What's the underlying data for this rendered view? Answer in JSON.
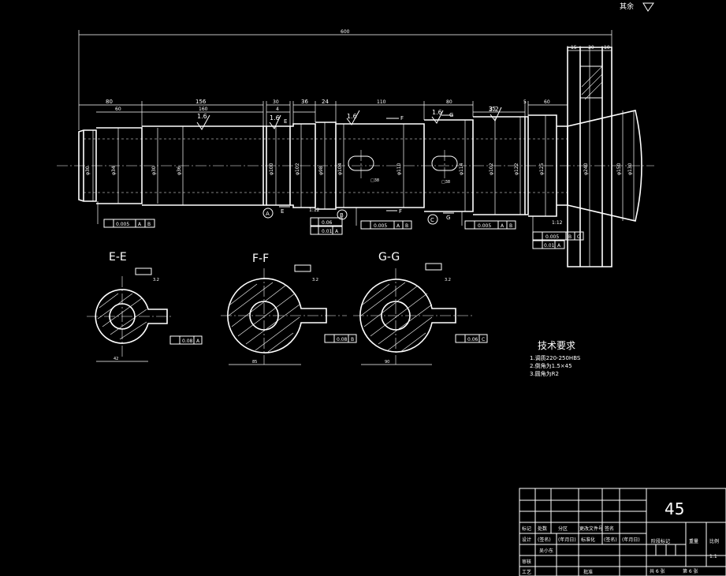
{
  "top_right_note": "其余",
  "dims": {
    "overall": "600",
    "seg": [
      "80",
      "60",
      "156",
      "160",
      "30",
      "4",
      "36",
      "24",
      "110",
      "80",
      "35",
      "5",
      "60",
      "15",
      "30",
      "10"
    ]
  },
  "roughness": {
    "r1": "1.6",
    "r2": "1.6",
    "r3": "1.6",
    "r4": "3.2",
    "r5": "1.6"
  },
  "diameters": [
    "φ30",
    "φ34",
    "φ30",
    "φ36",
    "φ100",
    "φ102",
    "φ98",
    "φ104",
    "φ110",
    "φ114",
    "φ102",
    "φ122",
    "φ125",
    "φ240",
    "φ150",
    "φ130"
  ],
  "section_labels": {
    "a": "A",
    "b": "B",
    "c": "C",
    "e": "E",
    "f": "F",
    "g": "G",
    "e2": "E",
    "f2": "F",
    "g2": "G"
  },
  "tolerance_frames": [
    {
      "value": "0.005",
      "datums": [
        "A",
        "B"
      ]
    },
    {
      "value": "0.06",
      "datums": []
    },
    {
      "value": "0.01",
      "datums": [
        "A"
      ]
    },
    {
      "value": "0.005",
      "datums": [
        "A",
        "B"
      ]
    },
    {
      "value": "0.005",
      "datums": [
        "A",
        "B"
      ]
    },
    {
      "value": "0.005",
      "datums": [
        "B",
        "C"
      ]
    },
    {
      "value": "0.01",
      "datums": [
        "A"
      ]
    }
  ],
  "angle_notes": [
    "1:12",
    "1:12"
  ],
  "sections": [
    {
      "title": "E-E",
      "tol": "0.08",
      "datum": "A",
      "dim": "42"
    },
    {
      "title": "F-F",
      "tol": "0.08",
      "datum": "B",
      "dim": "85"
    },
    {
      "title": "G-G",
      "tol": "0.06",
      "datum": "C",
      "dim": "90"
    }
  ],
  "tech_req": {
    "title": "技术要求",
    "items": [
      "1.调质220-250HBS",
      "2.倒角为1.5×45",
      "3.圆角为R2"
    ]
  },
  "title_block": {
    "material": "45",
    "row1": [
      "标记",
      "处数",
      "分区",
      "更改文件号",
      "签名"
    ],
    "row2": [
      "设计",
      "(签名)",
      "(年月日)",
      "标准化",
      "(签名)",
      "(年月日)"
    ],
    "designer": "吴小东",
    "review": "审核",
    "process": "工艺",
    "approve": "批准",
    "stage": "阶段标记",
    "weight": "重量",
    "scale_label": "比例",
    "scale": "1:1",
    "sheets_total": "共 6 张",
    "sheet_no": "第 6 张"
  }
}
